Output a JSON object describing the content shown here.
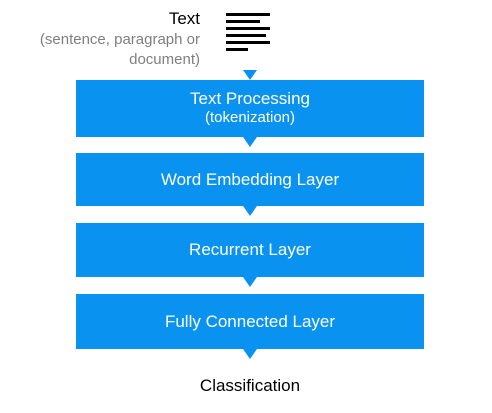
{
  "input": {
    "title": "Text",
    "subtitle_line1": "(sentence, paragraph or",
    "subtitle_line2": "document)",
    "icon": "document-lines-icon"
  },
  "layers": [
    {
      "label": "Text Processing",
      "sublabel": "(tokenization)"
    },
    {
      "label": "Word Embedding Layer"
    },
    {
      "label": "Recurrent Layer"
    },
    {
      "label": "Fully Connected Layer"
    }
  ],
  "output": {
    "label": "Classification"
  },
  "colors": {
    "box_fill": "#0a92f0",
    "box_text": "#ffffff",
    "subtitle_text": "#7f7f7f"
  }
}
